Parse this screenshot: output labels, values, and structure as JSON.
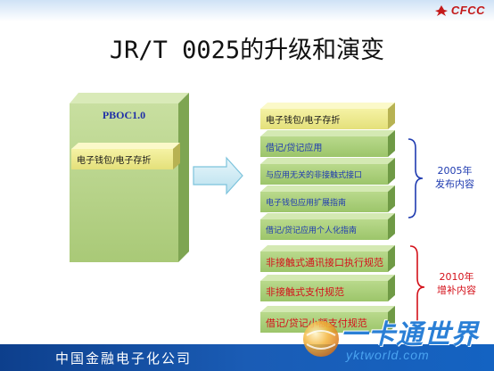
{
  "header": {
    "logo_text": "CFCC",
    "title": "JR/T 0025的升级和演变"
  },
  "left_panel": {
    "label": "PBOC1.0",
    "inner_item": "电子钱包/电子存折"
  },
  "right_items": [
    {
      "label": "电子钱包/电子存折"
    },
    {
      "label": "借记/贷记应用"
    },
    {
      "label": "与应用无关的非接触式接口"
    },
    {
      "label": "电子钱包应用扩展指南"
    },
    {
      "label": "借记/贷记应用个人化指南"
    },
    {
      "label": "非接触式通讯接口执行规范"
    },
    {
      "label": "非接触式支付规范"
    },
    {
      "label": "借记/贷记小额支付规范"
    }
  ],
  "groups": [
    {
      "line1": "2005年",
      "line2": "发布内容",
      "color": "#1f3bb0"
    },
    {
      "line1": "2010年",
      "line2": "增补内容",
      "color": "#d4111a"
    }
  ],
  "footer": {
    "company": "中国金融电子化公司"
  },
  "watermark": {
    "title": "一卡通世界",
    "sub": "yktworld.com"
  },
  "colors": {
    "blue_text": "#1f3bb0",
    "red_text": "#d4111a",
    "green_box": "#a9c977",
    "khaki_box": "#e4e07a",
    "footer_band": "#1463c2"
  }
}
